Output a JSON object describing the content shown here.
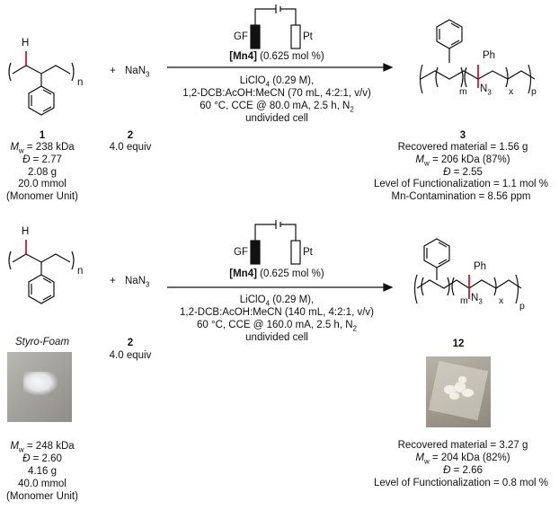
{
  "top": {
    "nan3": "NaN",
    "nan3_sub": "3",
    "plus": "+",
    "poly_n": "n",
    "compound1": {
      "label": "1",
      "mw_var": "M",
      "mw_sub": "w",
      "mw_val": " = 238 kDa",
      "d_var": "Đ",
      "d_val": " = 2.77",
      "mass": "2.08 g",
      "mmol": "20.0 mmol",
      "unit": "(Monomer Unit)"
    },
    "compound2": {
      "label": "2",
      "equiv": "4.0 equiv"
    },
    "electrodes": {
      "gf": "GF",
      "pt": "Pt"
    },
    "catalyst": {
      "name": "[Mn4]",
      "loading": " (0.625 mol %)"
    },
    "cond1a": "LiClO",
    "cond1sub": "4",
    "cond1b": " (0.29 M),",
    "cond2": "1,2-DCB:AcOH:MeCN (70 mL, 4:2:1, v/v)",
    "cond3a": "60 °C, CCE @ 80.0 mA, 2.5 h, N",
    "cond3sub": "2",
    "cond4": "undivided cell",
    "product": {
      "label": "3",
      "ph": "Ph",
      "n3": "N",
      "n3sub": "3",
      "m": "m",
      "x": "x",
      "p": "p",
      "recovered": "Recovered material = 1.56 g",
      "mw_var": "M",
      "mw_sub": "w",
      "mw_val": " = 206 kDa (87%)",
      "d_var": "Đ",
      "d_val": " = 2.55",
      "level": "Level of Functionalization = 1.1 mol %",
      "mn": "Mn-Contamination = 8.56 ppm"
    }
  },
  "bottom": {
    "nan3": "NaN",
    "nan3_sub": "3",
    "plus": "+",
    "poly_n": "n",
    "styro": "Styro-Foam",
    "compound": {
      "mw_var": "M",
      "mw_sub": "w",
      "mw_val": " = 248 kDa",
      "d_var": "Đ",
      "d_val": " = 2.60",
      "mass": "4.16 g",
      "mmol": "40.0 mmol",
      "unit": "(Monomer Unit)"
    },
    "compound2": {
      "label": "2",
      "equiv": "4.0 equiv"
    },
    "electrodes": {
      "gf": "GF",
      "pt": "Pt"
    },
    "catalyst": {
      "name": "[Mn4]",
      "loading": " (0.625 mol %)"
    },
    "cond1a": "LiClO",
    "cond1sub": "4",
    "cond1b": " (0.29 M),",
    "cond2": "1,2-DCB:AcOH:MeCN (140 mL, 4:2:1, v/v)",
    "cond3a": "60 °C, CCE @ 160.0 mA, 2.5 h, N",
    "cond3sub": "2",
    "cond4": "undivided cell",
    "product": {
      "label": "12",
      "ph": "Ph",
      "n3": "N",
      "n3sub": "3",
      "m": "m",
      "x": "x",
      "p": "p",
      "recovered": "Recovered material = 3.27 g",
      "mw_var": "M",
      "mw_sub": "w",
      "mw_val": " = 204 kDa (82%)",
      "d_var": "Đ",
      "d_val": " = 2.66",
      "level": "Level of Functionalization = 0.8 mol %"
    }
  },
  "colors": {
    "bond": "#111111",
    "highlight": "#c0001a"
  }
}
